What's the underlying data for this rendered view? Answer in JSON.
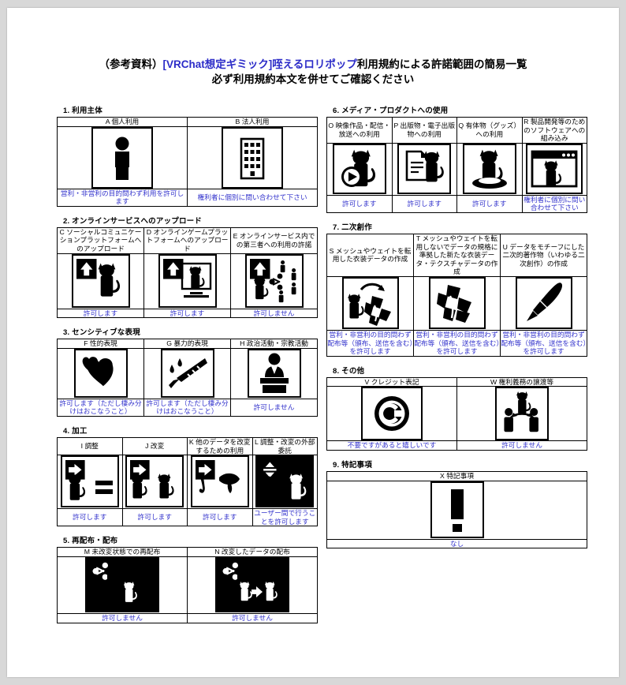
{
  "title": {
    "line1_part1": "（参考資料）",
    "line1_part2": "[VRChat想定ギミック]咥えるロリポップ",
    "line1_part3": "利用規約による許諾範囲の簡易一覧",
    "line2": "必ず利用規約本文を併せてご確認ください",
    "accent_color": "#2c2cc8"
  },
  "answer_color": "#3333cc",
  "sections": [
    {
      "number": "1.",
      "name": "利用主体",
      "heading": "1. 利用主体",
      "columns": [
        {
          "code": "A",
          "label": "A 個人利用",
          "icon": "person-icon",
          "answer": "営利・非営利の目的問わず利用を許可します"
        },
        {
          "code": "B",
          "label": "B 法人利用",
          "icon": "building-icon",
          "answer": "権利者に個別に問い合わせて下さい"
        }
      ]
    },
    {
      "number": "2.",
      "name": "オンラインサービスへのアップロード",
      "heading": "2. オンラインサービスへのアップロード",
      "columns": [
        {
          "code": "C",
          "label": "C ソーシャルコミュニケーションプラットフォームへのアップロード",
          "icon": "upload-avatar-icon",
          "answer": "許可します"
        },
        {
          "code": "D",
          "label": "D オンラインゲームプラットフォームへのアップロード",
          "icon": "upload-game-icon",
          "answer": "許可します"
        },
        {
          "code": "E",
          "label": "E オンラインサービス内での第三者への利用の許諾",
          "icon": "upload-share-icon",
          "answer": "許可しません"
        }
      ]
    },
    {
      "number": "3.",
      "name": "センシティブな表現",
      "heading": "3. センシティブな表現",
      "columns": [
        {
          "code": "F",
          "label": "F 性的表現",
          "icon": "hearts-icon",
          "answer": "許可します（ただし棲み分けはおこなうこと）"
        },
        {
          "code": "G",
          "label": "G 暴力的表現",
          "icon": "knife-icon",
          "answer": "許可します（ただし棲み分けはおこなうこと）"
        },
        {
          "code": "H",
          "label": "H 政治活動・宗教活動",
          "icon": "podium-icon",
          "answer": "許可しません"
        }
      ]
    },
    {
      "number": "4.",
      "name": "加工",
      "heading": "4. 加工",
      "columns": [
        {
          "code": "I",
          "label": "I 調整",
          "icon": "adjust-equal-icon",
          "answer": "許可します"
        },
        {
          "code": "J",
          "label": "J 改変",
          "icon": "modify-two-cats-icon",
          "answer": "許可します"
        },
        {
          "code": "K",
          "label": "K 他のデータを改変するための利用",
          "icon": "other-data-modify-icon",
          "answer": "許可します"
        },
        {
          "code": "L",
          "label": "L 調整・改変の外部委託",
          "icon": "outsource-icon",
          "answer": "ユーザー間で行うことを許可します"
        }
      ]
    },
    {
      "number": "5.",
      "name": "再配布・配布",
      "heading": "5. 再配布・配布",
      "columns": [
        {
          "code": "M",
          "label": "M 未改変状態での再配布",
          "icon": "share-folder-icon",
          "answer": "許可しません"
        },
        {
          "code": "N",
          "label": "N 改変したデータの配布",
          "icon": "share-modified-icon",
          "answer": "許可しません"
        }
      ]
    },
    {
      "number": "6.",
      "name": "メディア・プロダクトへの使用",
      "heading": "6. メディア・プロダクトへの使用",
      "columns": [
        {
          "code": "O",
          "label": "O 映像作品・配信・放送への利用",
          "icon": "video-play-icon",
          "answer": "許可します"
        },
        {
          "code": "P",
          "label": "P 出版物・電子出版物への利用",
          "icon": "publication-icon",
          "answer": "許可します"
        },
        {
          "code": "Q",
          "label": "Q 有体物（グッズ）への利用",
          "icon": "goods-icon",
          "answer": "許可します"
        },
        {
          "code": "R",
          "label": "R 製品開発等のためのソフトウェアへの組み込み",
          "icon": "software-window-icon",
          "answer": "権利者に個別に問い合わせて下さい"
        }
      ]
    },
    {
      "number": "7.",
      "name": "二次創作",
      "heading": "7. 二次創作",
      "columns": [
        {
          "code": "S",
          "label": "S メッシュやウェイトを転用した衣装データの作成",
          "icon": "mesh-reuse-icon",
          "answer": "営利・非営利の目的問わず配布等（頒布、送信を含む）を許可します"
        },
        {
          "code": "T",
          "label": "T メッシュやウェイトを転用しないでデータの規格に準拠した新たな衣装データ・テクスチャデータの作成",
          "icon": "new-costume-icon",
          "answer": "営利・非営利の目的問わず配布等（頒布、送信を含む）を許可します"
        },
        {
          "code": "U",
          "label": "U データをモチーフにした二次的著作物（いわゆる二次創作）の作成",
          "icon": "brush-icon",
          "answer": "営利・非営利の目的問わず配布等（頒布、送信を含む）を許可します"
        }
      ]
    },
    {
      "number": "8.",
      "name": "その他",
      "heading": "8. その他",
      "columns": [
        {
          "code": "V",
          "label": "V クレジット表記",
          "icon": "copyright-icon",
          "answer": "不要ですがあると嬉しいです"
        },
        {
          "code": "W",
          "label": "W 権利義務の譲渡等",
          "icon": "transfer-rights-icon",
          "answer": "許可しません"
        }
      ]
    },
    {
      "number": "9.",
      "name": "特記事項",
      "heading": "9. 特記事項",
      "columns": [
        {
          "code": "X",
          "label": "X 特記事項",
          "icon": "exclamation-icon",
          "answer": "なし"
        }
      ]
    }
  ]
}
